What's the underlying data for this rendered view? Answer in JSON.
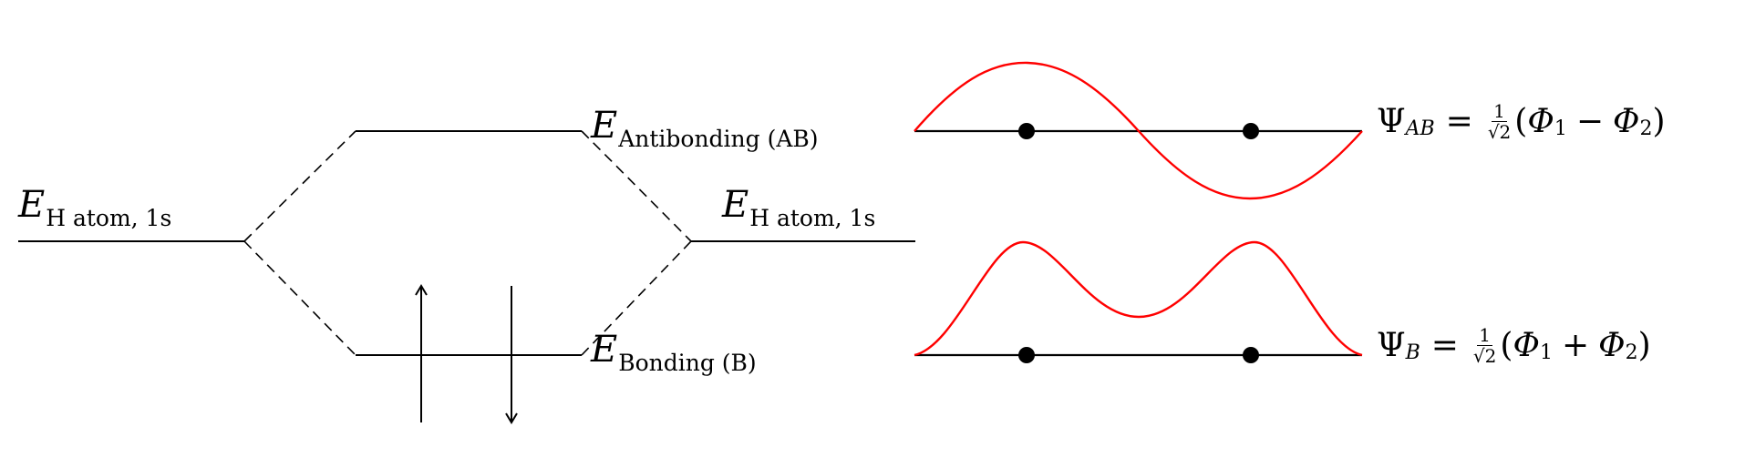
{
  "levels": {
    "h_atom_left": {
      "symbol": "E",
      "subscript": "H atom, 1s"
    },
    "h_atom_right": {
      "symbol": "E",
      "subscript": "H atom, 1s"
    },
    "antibonding": {
      "symbol": "E",
      "subscript": "Antibonding (AB)"
    },
    "bonding": {
      "symbol": "E",
      "subscript": "Bonding (B)"
    }
  },
  "bonding_electrons": {
    "spin_up": 1,
    "spin_down": 1
  },
  "wavefunctions": {
    "antibonding": {
      "lhs": "Ψ",
      "lhs_sub": "AB",
      "equals": "=",
      "coef_num": "1",
      "coef_den": "√2",
      "open": "(",
      "phi1": "Φ",
      "phi1_sub": "1",
      "op": "−",
      "phi2": "Φ",
      "phi2_sub": "2",
      "close": ")",
      "curve_color": "#ff0000"
    },
    "bonding": {
      "lhs": "Ψ",
      "lhs_sub": "B",
      "equals": "=",
      "coef_num": "1",
      "coef_den": "√2",
      "open": "(",
      "phi1": "Φ",
      "phi1_sub": "1",
      "op": "+",
      "phi2": "Φ",
      "phi2_sub": "2",
      "close": ")",
      "curve_color": "#ff0000"
    }
  }
}
